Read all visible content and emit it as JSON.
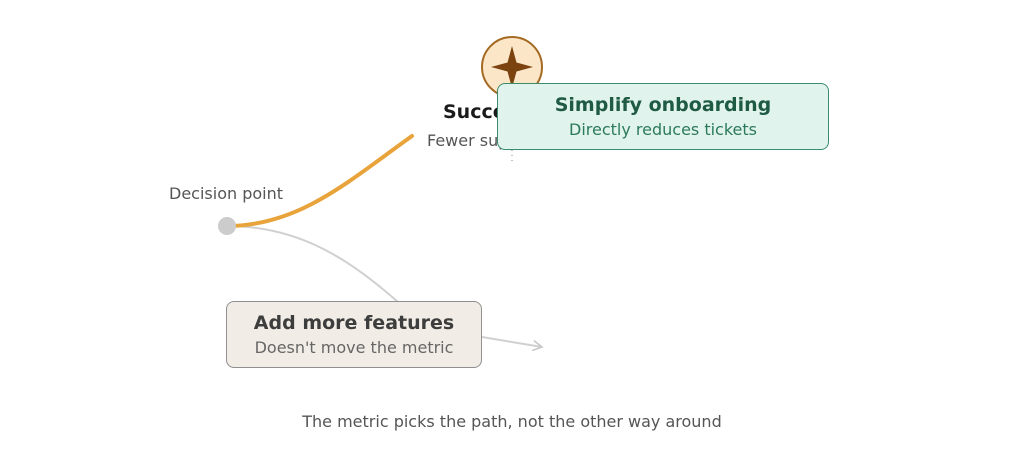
{
  "success_node": {
    "title": "Succe",
    "subtitle": "Fewer sup",
    "icon": "star-icon"
  },
  "decision_point": {
    "label": "Decision point"
  },
  "cards": {
    "simplify": {
      "title": "Simplify onboarding",
      "subtitle": "Directly reduces tickets"
    },
    "features": {
      "title": "Add more features",
      "subtitle": "Doesn't move the metric"
    }
  },
  "caption": "The metric picks the path, not the other way around",
  "colors": {
    "highlight_path": "#e8a33a",
    "muted_path": "#d0d0d0",
    "success_fill": "#fbe6c8",
    "success_stroke": "#a46a24",
    "star": "#7a4310",
    "decision_dot": "#cccccc",
    "green_card_bg": "#e0f3ec",
    "green_card_border": "#3a8c6c",
    "grey_card_bg": "#f1ede6",
    "grey_card_border": "#8f8f8f"
  }
}
